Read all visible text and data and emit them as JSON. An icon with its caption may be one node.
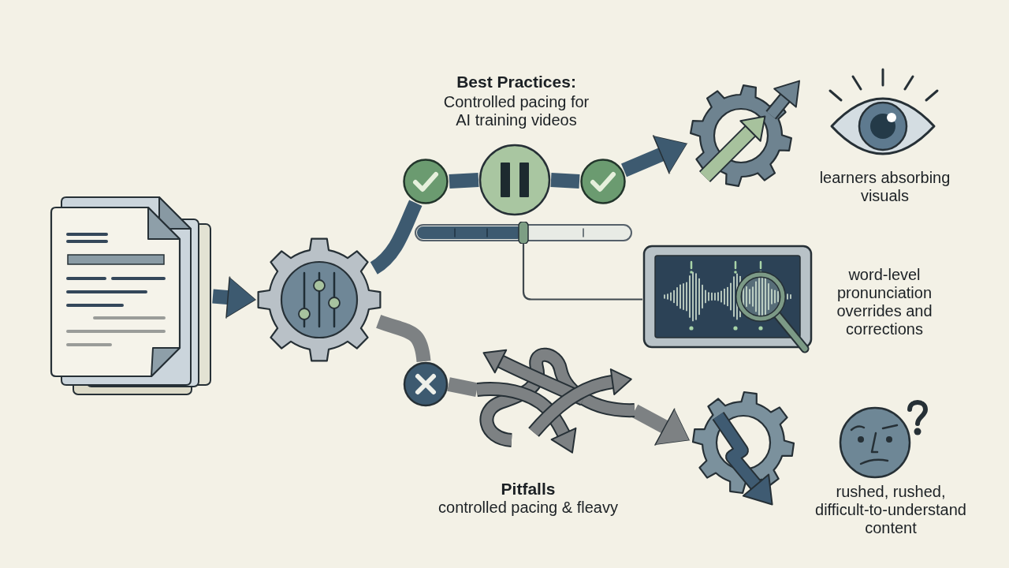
{
  "diagram": {
    "nodes": [
      {
        "text": [],
        "shape": "picture"
      },
      {
        "text": [],
        "shape": "picture"
      },
      {
        "text": [],
        "shape": "circle"
      },
      {
        "text": [],
        "shape": "circle"
      },
      {
        "text": [],
        "shape": "circle"
      },
      {
        "text": [],
        "shape": "picture"
      },
      {
        "text": [],
        "shape": "bar"
      },
      {
        "text": [],
        "shape": "picture",
        "beside": [
          "word-level pronunciation overrides and corrections"
        ]
      },
      {
        "text": [],
        "shape": "circle"
      },
      {
        "text": [],
        "shape": "picture"
      },
      {
        "text": [],
        "shape": "picture"
      }
    ],
    "edges": [
      {
        "from": 0,
        "to": 1,
        "arrow": "to"
      },
      {
        "from": 1,
        "to": 2,
        "arrow": "none"
      },
      {
        "from": 2,
        "to": 3,
        "arrow": "none"
      },
      {
        "from": 3,
        "to": 4,
        "arrow": "none"
      },
      {
        "from": 4,
        "to": 5,
        "arrow": "to"
      },
      {
        "from": 6,
        "to": 7,
        "arrow": "none",
        "color": "#3f484e"
      },
      {
        "from": 1,
        "to": 8,
        "arrow": "none",
        "color": "#7d8183"
      },
      {
        "from": 8,
        "to": 9,
        "arrow": "none",
        "color": "#7d8183"
      },
      {
        "from": 9,
        "to": 10,
        "arrow": "to",
        "color": "#7d8183"
      }
    ],
    "labels": [
      "Best Practices:",
      "Controlled pacing for AI training videos",
      "learners absorbing visuals",
      "Pitfalls",
      "controlled pacing & fleavy",
      "rushed, rushed, difficult-to-understand content"
    ]
  }
}
